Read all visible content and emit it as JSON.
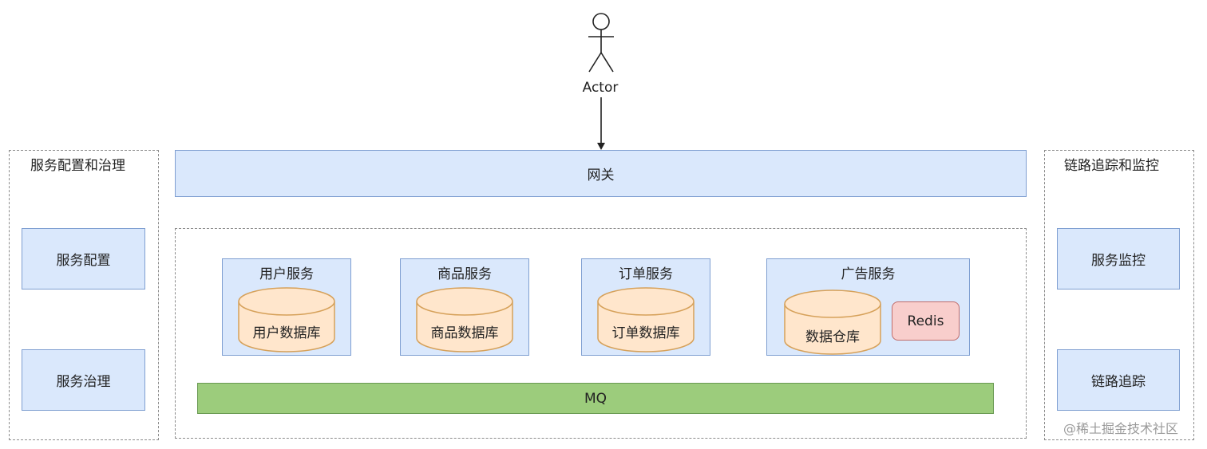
{
  "actor": {
    "label": "Actor"
  },
  "gateway": {
    "label": "网关"
  },
  "left_group": {
    "title": "服务配置和治理",
    "items": [
      "服务配置",
      "服务治理"
    ]
  },
  "right_group": {
    "title": "链路追踪和监控",
    "items": [
      "服务监控",
      "链路追踪"
    ]
  },
  "services": [
    {
      "title": "用户服务",
      "db": "用户数据库"
    },
    {
      "title": "商品服务",
      "db": "商品数据库"
    },
    {
      "title": "订单服务",
      "db": "订单数据库"
    },
    {
      "title": "广告服务",
      "db": "数据仓库",
      "cache": "Redis"
    }
  ],
  "mq": {
    "label": "MQ"
  },
  "watermark": "@稀土掘金技术社区",
  "colors": {
    "blue_fill": "#dae8fc",
    "blue_stroke": "#7f9fd1",
    "green_fill": "#9ccc7c",
    "db_fill": "#ffe6cc",
    "db_stroke": "#d6a15a",
    "redis_fill": "#f8cecc"
  }
}
